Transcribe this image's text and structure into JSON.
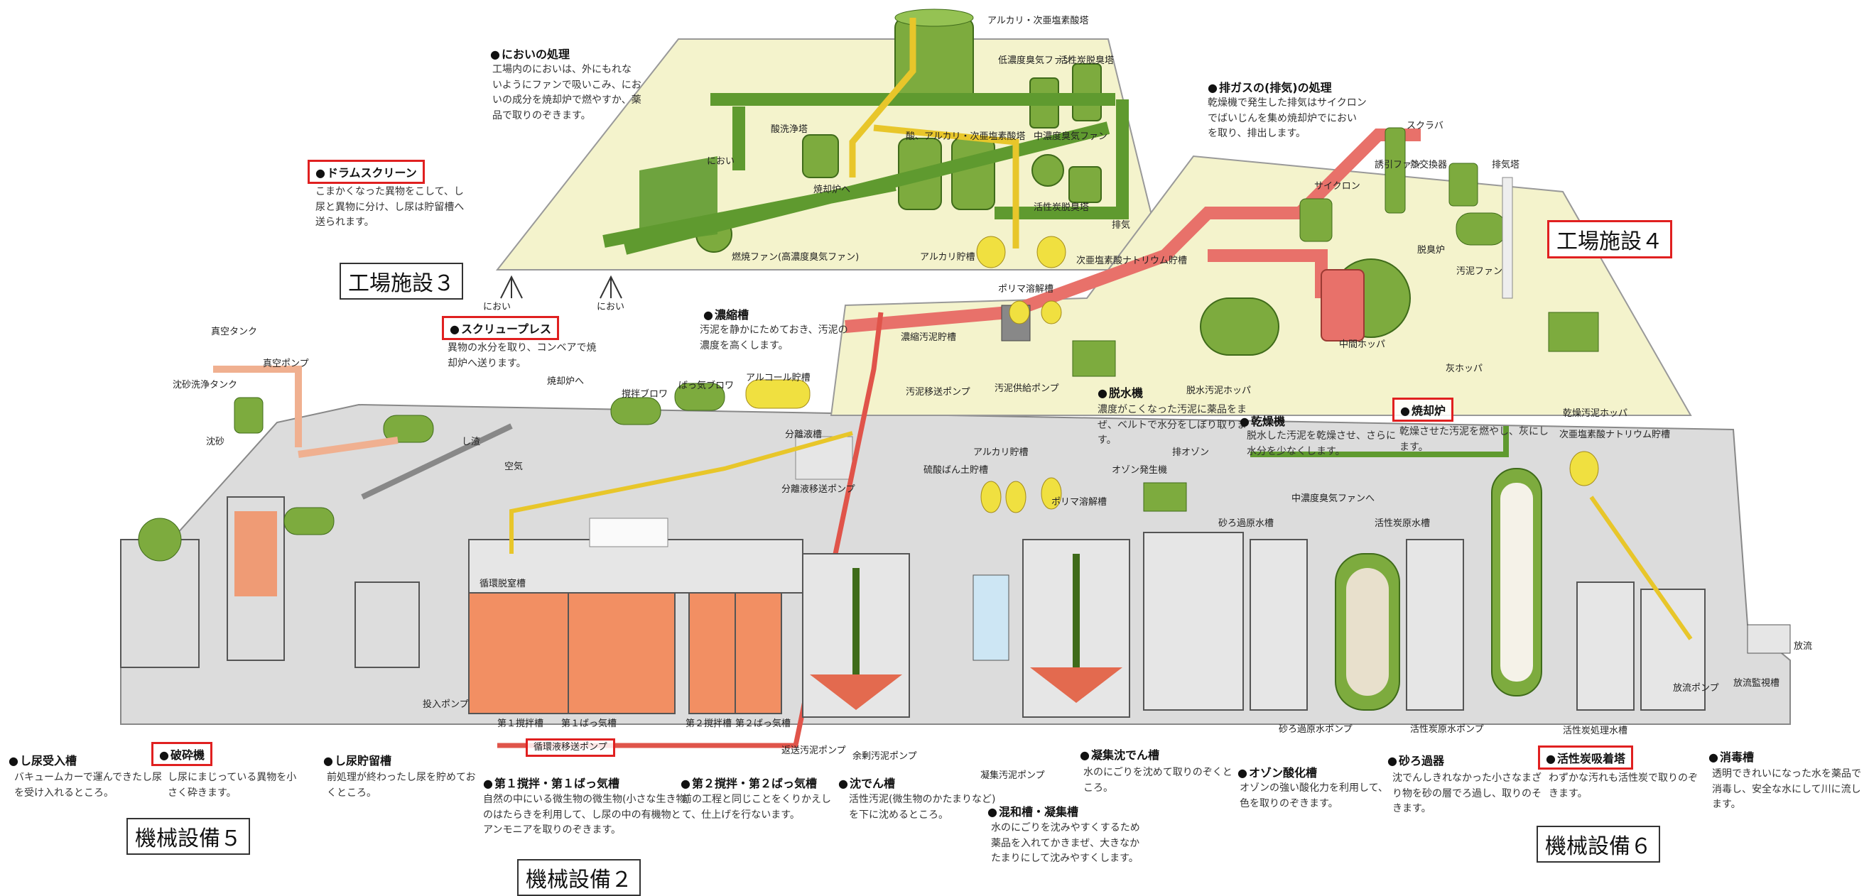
{
  "frames": {
    "factory3": "工場施設３",
    "factory4": "工場施設４",
    "machine5": "機械設備５",
    "machine2": "機械設備２",
    "machine6": "機械設備６"
  },
  "sections": {
    "odor": {
      "title": "においの処理",
      "text": "工場内のにおいは、外にもれな\nいようにファンで吸いこみ、にお\nいの成分を焼却炉で燃やすか、薬\n品で取りのぞきます。"
    },
    "drum_screen": {
      "title": "ドラムスクリーン",
      "text": "こまかくなった異物をこして、し\n尿と異物に分け、し尿は貯留槽へ\n送られます。"
    },
    "screw_press": {
      "title": "スクリュープレス",
      "text": "異物の水分を取り、コンベアで焼\n却炉へ送ります。"
    },
    "exhaust": {
      "title": "排ガスの(排気)の処理",
      "text": "乾燥機で発生した排気はサイクロン\nでばいじんを集め焼却炉でにおい\nを取り、排出します。"
    },
    "concentrator": {
      "title": "濃縮槽",
      "text": "汚泥を静かにためておき、汚泥の\n濃度を高くします。"
    },
    "dehydrator": {
      "title": "脱水機",
      "text": "濃度がこくなった汚泥に薬品をま\nぜ、ベルトで水分をしぼり取りま\nす。"
    },
    "dryer": {
      "title": "乾燥機",
      "text": "脱水した汚泥を乾燥させ、さらに\n水分を少なくします。"
    },
    "incinerator": {
      "title": "焼却炉",
      "text": "乾燥させた汚泥を燃やし、灰にし\nます。"
    },
    "intake": {
      "title": "し尿受入槽",
      "text": "バキュームカーで運んできたし尿\nを受け入れるところ。"
    },
    "crusher": {
      "title": "破砕機",
      "text": "し尿にまじっている異物を小\nさく砕きます。"
    },
    "storage": {
      "title": "し尿貯留槽",
      "text": "前処理が終わったし尿を貯めてお\nくところ。"
    },
    "stage1": {
      "title": "第１撹拌・第１ばっ気槽",
      "text": "自然の中にいる微生物の微生物(小さな生き物)\nのはたらきを利用して、し尿の中の有機物と\nアンモニアを取りのぞきます。"
    },
    "stage2": {
      "title": "第２撹拌・第２ばっ気槽",
      "text": "前の工程と同じことをくりかえし\nて、仕上げを行ないます。"
    },
    "settling": {
      "title": "沈でん槽",
      "text": "活性汚泥(微生物のかたまりなど)\nを下に沈めるところ。"
    },
    "mixing": {
      "title": "混和槽・凝集槽",
      "text": "水のにごりを沈みやすくするため\n薬品を入れてかきまぜ、大きなか\nたまりにして沈みやすくします。"
    },
    "coag_settle": {
      "title": "凝集沈でん槽",
      "text": "水のにごりを沈めて取りのぞくと\nころ。"
    },
    "ozone": {
      "title": "オゾン酸化槽",
      "text": "オゾンの強い酸化力を利用して、\n色を取りのぞきます。"
    },
    "sand": {
      "title": "砂ろ過器",
      "text": "沈でんしきれなかった小さなまざ\nり物を砂の層でろ過し、取りのそ\nきます。"
    },
    "carbon": {
      "title": "活性炭吸着塔",
      "text": "わずかな汚れも活性炭で取りのぞ\nきます。"
    },
    "disinfect": {
      "title": "消毒槽",
      "text": "透明できれいになった水を薬品で\n消毒し、安全な水にして川に流し\nます。"
    }
  },
  "labels": {
    "alkali_tower": "アルカリ・次亜塩素酸塔",
    "low_fan": "低濃度臭気ファン",
    "carbon_tower_top": "活性炭脱臭塔",
    "acid_tower": "酸洗浄塔",
    "acid_alkali_tower": "酸、アルカリ・次亜塩素酸塔",
    "mid_fan": "中濃度臭気ファン",
    "carbon_tower_top2": "活性炭脱臭塔",
    "to_incinerator": "焼却炉へ",
    "smell1": "におい",
    "smell2": "におい",
    "smell3": "におい",
    "high_fan": "燃焼ファン(高濃度臭気ファン)",
    "alkali_tank": "アルカリ貯槽",
    "hypochlorite_tank": "次亜塩素酸ナトリウム貯槽",
    "exhaust_out": "排気",
    "stack": "排気塔",
    "scrubber": "スクラバ",
    "heat_exchanger": "熱交換器",
    "cyclone": "サイクロン",
    "induced_fan": "誘引ファン",
    "deodor_furnace": "脱臭炉",
    "sludge_fan": "汚泥ファン",
    "mid_hopper": "中間ホッパ",
    "ash_hopper": "灰ホッパ",
    "polymer_tank": "ポリマ溶解槽",
    "sludge_tank": "濃縮汚泥貯槽",
    "sludge_pump": "汚泥移送ポンプ",
    "sludge_feed_pump": "汚泥供給ポンプ",
    "dewatered_hopper": "脱水汚泥ホッパ",
    "dry_hopper": "乾燥汚泥ホッパ",
    "hypo_tank2": "次亜塩素酸ナトリウム貯槽",
    "vacuum_tank": "真空タンク",
    "vacuum_pump": "真空ポンプ",
    "grit_tank": "沈砂洗浄タンク",
    "grit": "沈砂",
    "to_incinerator2": "焼却炉へ",
    "screenings": "し渣",
    "aeration_blower": "撹拌ブロワ",
    "air_blower": "ばっ気ブロワ",
    "alcohol_tank": "アルコール貯槽",
    "air": "空気",
    "separator": "分離液槽",
    "separator_pump": "分離液移送ポンプ",
    "alkali_tank2": "アルカリ貯槽",
    "alum_tank": "硫酸ばん土貯槽",
    "polymer2": "ポリマ溶解槽",
    "ozone_gen": "オゾン発生機",
    "waste_ozone": "排オゾン",
    "ozone_to_mid_fan": "中濃度臭気ファンへ",
    "sand_raw_tank": "砂ろ過原水槽",
    "carbon_raw_tank": "活性炭原水槽",
    "recirc_tank": "循環脱窒槽",
    "transfer_pump": "投入ポンプ",
    "recirc_pump": "循環液移送ポンプ",
    "return_pump": "返送汚泥ポンプ",
    "excess_pump": "余剰汚泥ポンプ",
    "coag_pump": "凝集汚泥ポンプ",
    "sand_pump": "砂ろ過原水ポンプ",
    "carbon_pump": "活性炭原水ポンプ",
    "carbon_treated": "活性炭処理水槽",
    "discharge_pump": "放流ポンプ",
    "discharge_tank": "放流監視槽",
    "discharge": "放流",
    "s1_stir": "第１撹拌槽",
    "s1_air": "第１ばっ気槽",
    "s2_stir": "第２撹拌槽",
    "s2_air": "第２ばっ気槽"
  },
  "colors": {
    "green_pipe": "#5f9a2f",
    "green_equip": "#7dab3e",
    "yellow_pipe": "#e8c62a",
    "red_pipe": "#e0544a",
    "salmon": "#f28f63",
    "platform_yellow": "#f4f3cc",
    "floor_gray": "#dcdcdc",
    "concrete": "#e6e6e6",
    "highlight_red": "#e02020"
  }
}
